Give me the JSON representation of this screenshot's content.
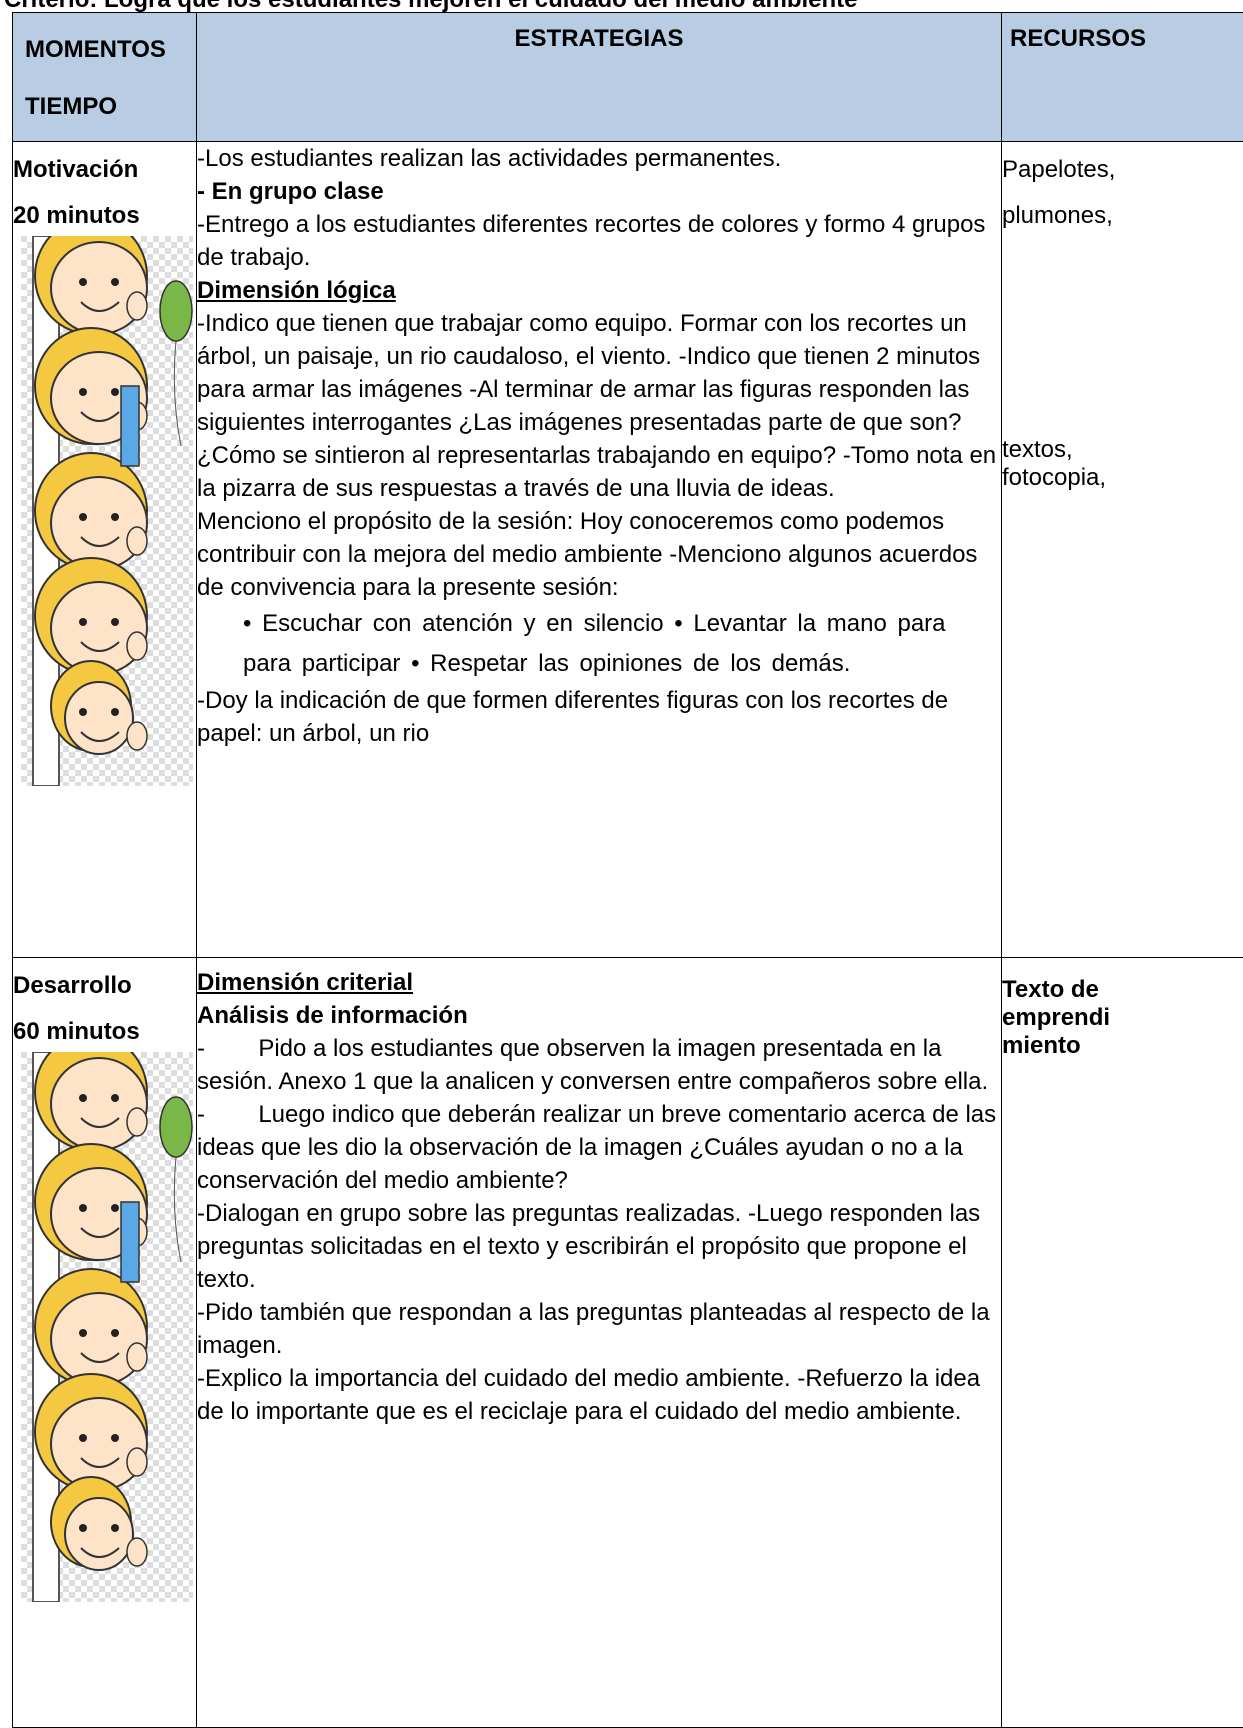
{
  "cut_heading": "Criterio: Logra que los estudiantes mejoren el cuidado del medio ambiente",
  "header": {
    "col1_line1": "MOMENTOS",
    "col1_line2": "TIEMPO",
    "col2": "ESTRATEGIAS",
    "col3": "RECURSOS"
  },
  "row1": {
    "moment": "Motivación",
    "time": "20 minutos",
    "strategies": [
      "-Los estudiantes realizan las actividades permanentes.",
      "- En grupo clase",
      "-Entrego a los estudiantes diferentes recortes de colores y formo 4  grupos de trabajo.",
      "Dimensión lógica",
      "-Indico que tienen que trabajar como equipo.   Formar con los recortes un árbol, un paisaje, un rio caudaloso, el viento. -Indico que tienen 2 minutos para armar las imágenes -Al terminar de armar las figuras responden las siguientes interrogantes ¿Las imágenes presentadas parte de que son? ¿Cómo se sintieron al representarlas trabajando en equipo? -Tomo nota en la pizarra de sus respuestas a través de una lluvia de ideas.",
      "Menciono el propósito de la sesión: Hoy conoceremos como podemos contribuir con la mejora del medio ambiente -Menciono algunos acuerdos de convivencia para la presente sesión:",
      "• Escuchar con atención y en silencio • Levantar la mano para para participar • Respetar las opiniones de los demás.",
      "-Doy la indicación de que formen diferentes figuras con los recortes de papel: un árbol, un rio"
    ],
    "resources": [
      "Papelotes,",
      "plumones,",
      "textos,",
      "fotocopia,"
    ]
  },
  "row2": {
    "moment": "Desarrollo",
    "time": "60 minutos",
    "strategies": [
      "Dimensión criterial",
      "Análisis de información",
      "-        Pido a los estudiantes que observen la imagen presentada en la sesión. Anexo 1 que la analicen y conversen entre compañeros sobre ella.",
      "-        Luego indico que deberán realizar un breve comentario acerca de las ideas que les dio la observación de la imagen ¿Cuáles ayudan o no a la conservación del medio ambiente?",
      "-Dialogan en grupo sobre las preguntas realizadas. -Luego responden las preguntas solicitadas en el texto y escribirán el propósito que propone el texto.",
      "-Pido también que respondan a las preguntas planteadas al respecto de la imagen.",
      "-Explico la importancia del cuidado del medio ambiente.  -Refuerzo la idea de lo importante que es el reciclaje para el cuidado del medio ambiente."
    ],
    "resources": [
      "Texto de emprendi miento"
    ]
  },
  "colors": {
    "header_bg": "#b8cce4",
    "balloon": "#7ab648",
    "kid_hair": "#f5c842",
    "kid_shirt": "#5aa9e6"
  }
}
